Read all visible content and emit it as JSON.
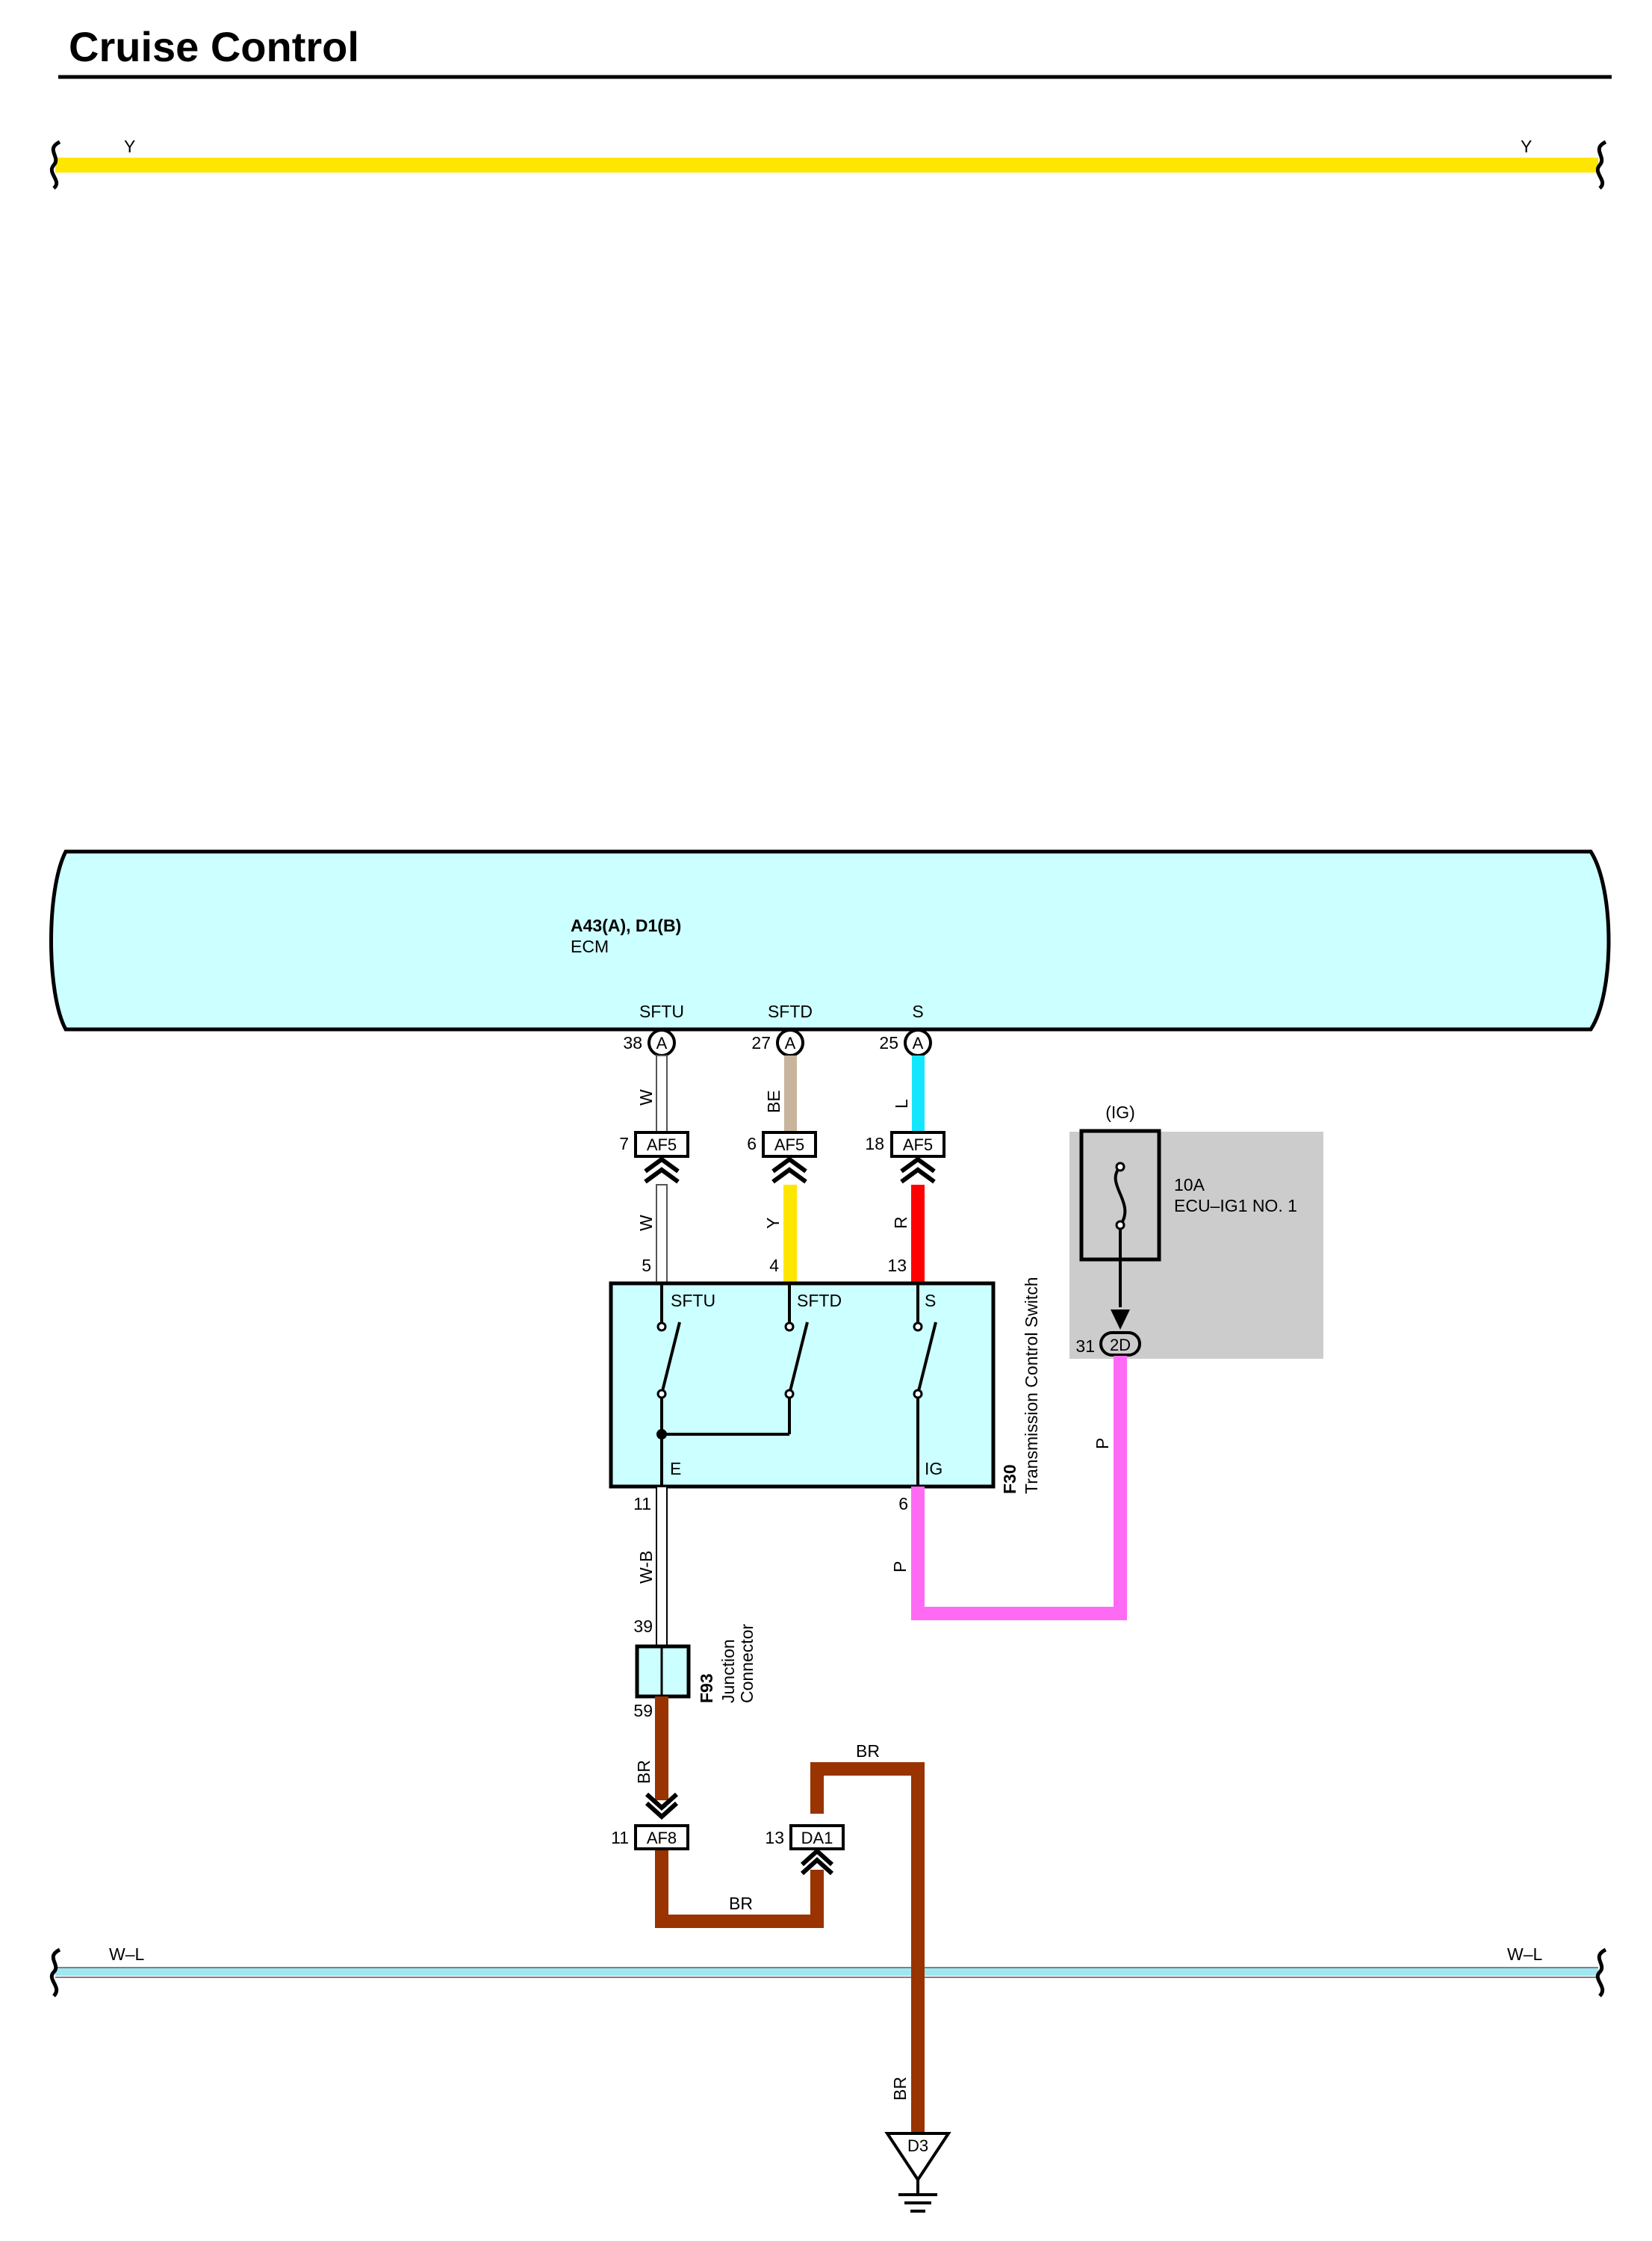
{
  "title": "Cruise Control",
  "colors": {
    "Y": "#ffe600",
    "W": "#ffffff",
    "BE": "#c8b49c",
    "L": "#14e6ff",
    "R": "#ff0000",
    "P": "#ff6af5",
    "BR": "#993300",
    "W-B": "#ffffff",
    "W-L": "#9fe8f2",
    "ecm_fill": "#ccffff",
    "fuse_box_fill": "#cccccc"
  },
  "top_bus": {
    "label_left": "Y",
    "label_right": "Y"
  },
  "bottom_bus": {
    "label_left": "W–L",
    "label_right": "W–L"
  },
  "ecm": {
    "connectors": "A43(A), D1(B)",
    "name": "ECM"
  },
  "ecm_pins": [
    {
      "signal": "SFTU",
      "pin": "38",
      "connector": "A"
    },
    {
      "signal": "SFTD",
      "pin": "27",
      "connector": "A"
    },
    {
      "signal": "S",
      "pin": "25",
      "connector": "A"
    }
  ],
  "upper_wires": [
    {
      "color": "W"
    },
    {
      "color": "BE"
    },
    {
      "color": "L"
    }
  ],
  "af5_connectors": [
    {
      "pin": "7",
      "connector": "AF5"
    },
    {
      "pin": "6",
      "connector": "AF5"
    },
    {
      "pin": "18",
      "connector": "AF5"
    }
  ],
  "lower_wires": [
    {
      "color": "W"
    },
    {
      "color": "Y"
    },
    {
      "color": "R"
    }
  ],
  "switch": {
    "code": "F30",
    "name": "Transmission Control Switch",
    "top_pins": [
      "5",
      "4",
      "13"
    ],
    "top_terms": [
      "SFTU",
      "SFTD",
      "S"
    ],
    "bottom_terms": [
      "E",
      "IG"
    ],
    "bottom_pins": [
      "11",
      "6"
    ]
  },
  "fuse": {
    "circuit": "(IG)",
    "rating": "10A",
    "name": "ECU–IG1 NO. 1",
    "pin": "31",
    "connector": "2D"
  },
  "wire_p": {
    "color": "P"
  },
  "ground_wire": {
    "color": "W-B"
  },
  "junction": {
    "code": "F93",
    "name_line1": "Junction",
    "name_line2": "Connector",
    "pin_in": "39",
    "pin_out": "59"
  },
  "br_wires": {
    "color": "BR"
  },
  "af8": {
    "pin": "11",
    "connector": "AF8"
  },
  "da1": {
    "pin": "13",
    "connector": "DA1"
  },
  "ground": {
    "connector": "D3"
  }
}
